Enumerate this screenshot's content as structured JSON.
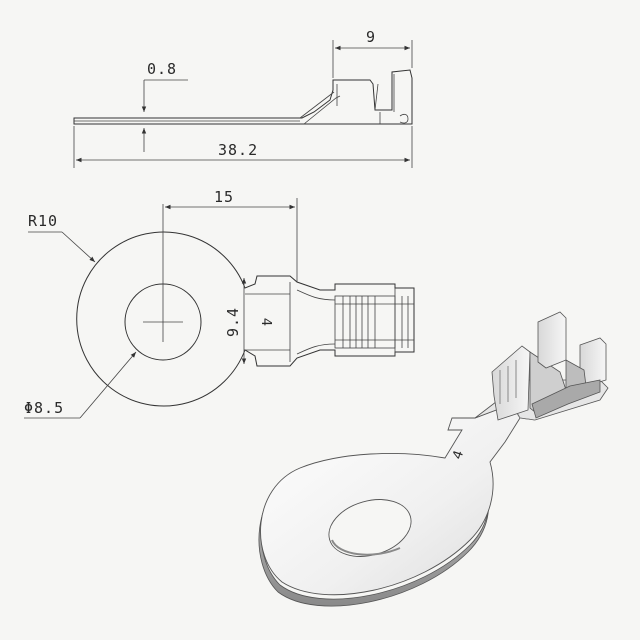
{
  "side_view": {
    "thickness_label": "0.8",
    "crimp_length_label": "9",
    "overall_length_label": "38.2"
  },
  "top_view": {
    "radius_label": "R10",
    "center_to_end_label": "15",
    "width_label": "9.4",
    "hole_diameter_label": "Φ8.5",
    "part_mark": "4"
  },
  "render_view": {
    "part_mark": "4"
  },
  "colors": {
    "background": "#f6f6f4",
    "line": "#333333",
    "metal_light": "#f2f2f2",
    "metal_shadow": "#9a9a9a"
  }
}
